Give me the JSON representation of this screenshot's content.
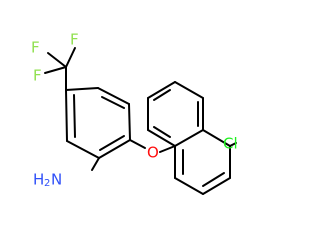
{
  "molecule": {
    "atoms": {
      "f1": "F",
      "f2": "F",
      "f3": "F",
      "n": "N",
      "h": "H",
      "h_count": "2",
      "o": "O",
      "cl": "Cl"
    },
    "colors": {
      "bond": "#000000",
      "fluorine": "#90e050",
      "nitrogen": "#3050f8",
      "oxygen": "#ff0d0d",
      "chlorine": "#1ff01f"
    }
  }
}
